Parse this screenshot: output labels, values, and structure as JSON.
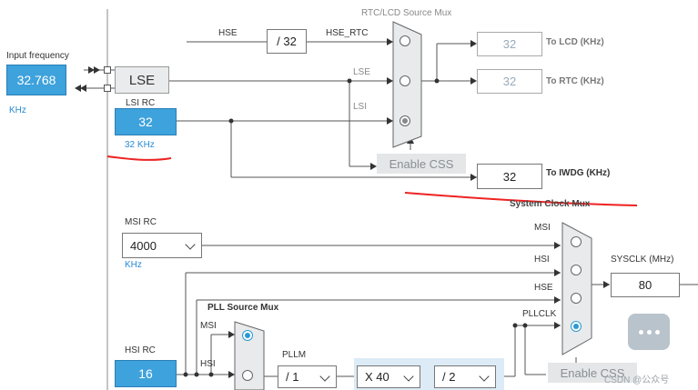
{
  "input_frequency": {
    "label": "Input frequency",
    "value": "32.768",
    "unit": "KHz"
  },
  "lse": {
    "label": "LSE"
  },
  "lsi_rc": {
    "label": "LSI RC",
    "value": "32",
    "unit": "32 KHz"
  },
  "hse_line": {
    "label": "HSE",
    "divider": "/ 32",
    "out_label": "HSE_RTC"
  },
  "rtc_mux": {
    "title": "RTC/LCD Source Mux",
    "in_lse": "LSE",
    "in_lsi": "LSI",
    "enable_css": "Enable CSS"
  },
  "outputs": {
    "lcd": {
      "value": "32",
      "label": "To LCD (KHz)"
    },
    "rtc": {
      "value": "32",
      "label": "To RTC (KHz)"
    },
    "iwdg": {
      "value": "32",
      "label": "To IWDG (KHz)"
    }
  },
  "msi_rc": {
    "label": "MSI RC",
    "value": "4000",
    "unit": "KHz"
  },
  "system_mux": {
    "title": "System Clock Mux",
    "inputs": [
      "MSI",
      "HSI",
      "HSE",
      "PLLCLK"
    ],
    "enable_css": "Enable CSS"
  },
  "sysclk": {
    "label": "SYSCLK (MHz)",
    "value": "80"
  },
  "pll_mux": {
    "title": "PLL Source Mux",
    "inputs": [
      "MSI",
      "HSI"
    ]
  },
  "hsi_rc": {
    "label": "HSI RC",
    "value": "16"
  },
  "pllm": {
    "label": "PLLM",
    "value": "/ 1"
  },
  "plln": {
    "value": "X 40"
  },
  "pllr": {
    "value": "/ 2"
  },
  "watermark": "CSDN @公众号"
}
